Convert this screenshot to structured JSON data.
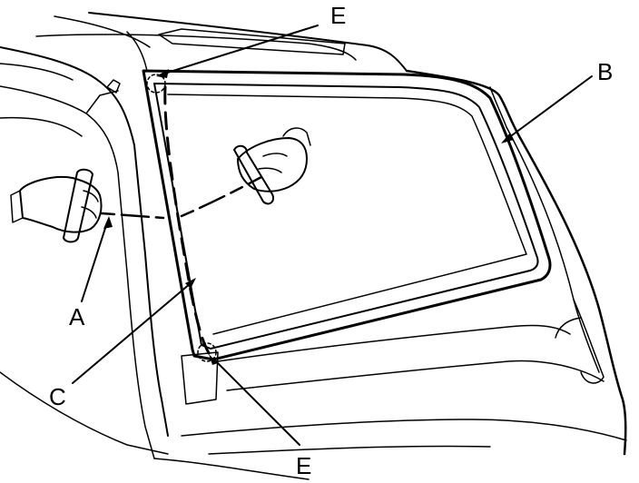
{
  "callouts": {
    "a": "A",
    "b": "B",
    "c": "C",
    "e_top": "E",
    "e_bottom": "E"
  },
  "colors": {
    "line": "#000000",
    "background": "#ffffff"
  },
  "icons": [
    "left-hand-icon",
    "right-hand-icon",
    "cutting-wire-icon"
  ]
}
